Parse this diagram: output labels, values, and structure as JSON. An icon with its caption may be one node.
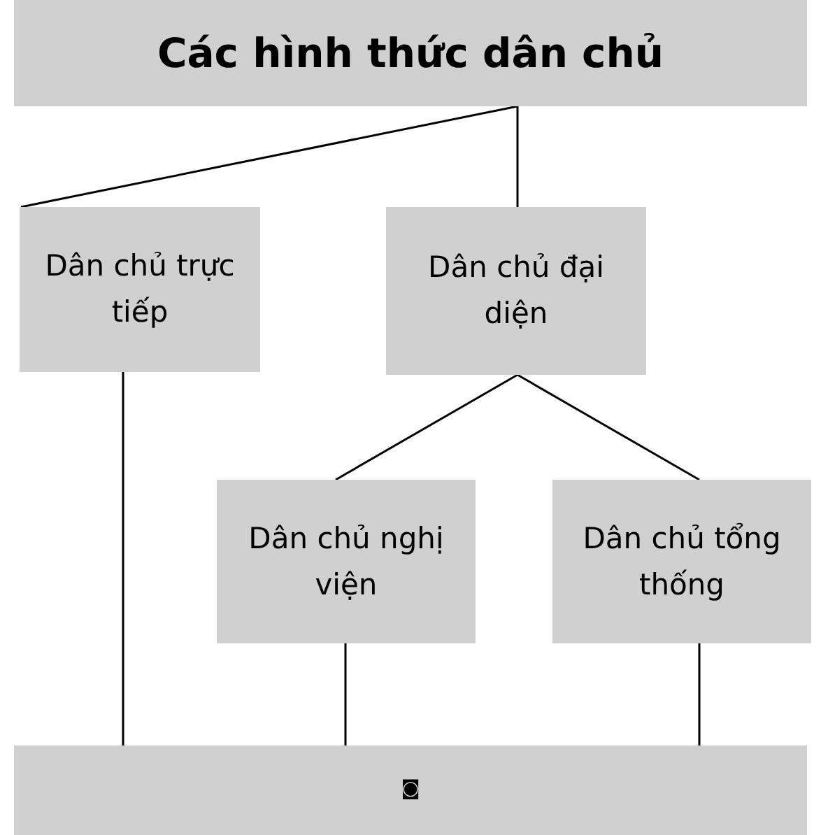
{
  "diagram": {
    "nodes": [
      {
        "text": [
          "Các hình thức dân chủ"
        ]
      },
      {
        "text": [
          "Dân chủ trực tiếp"
        ]
      },
      {
        "text": [
          "Dân chủ đại diện"
        ]
      },
      {
        "text": [
          "Dân chủ nghị viện"
        ]
      },
      {
        "text": [
          "Dân chủ tổng thống"
        ]
      },
      {
        "text": [
          "◙"
        ]
      }
    ],
    "edges": [
      {
        "from": 0,
        "to": 1,
        "arrow": "none"
      },
      {
        "from": 0,
        "to": 2,
        "arrow": "none"
      },
      {
        "from": 2,
        "to": 3,
        "arrow": "none"
      },
      {
        "from": 2,
        "to": 4,
        "arrow": "none"
      },
      {
        "from": 1,
        "to": 5,
        "arrow": "none"
      },
      {
        "from": 3,
        "to": 5,
        "arrow": "none"
      },
      {
        "from": 4,
        "to": 5,
        "arrow": "none"
      }
    ]
  }
}
